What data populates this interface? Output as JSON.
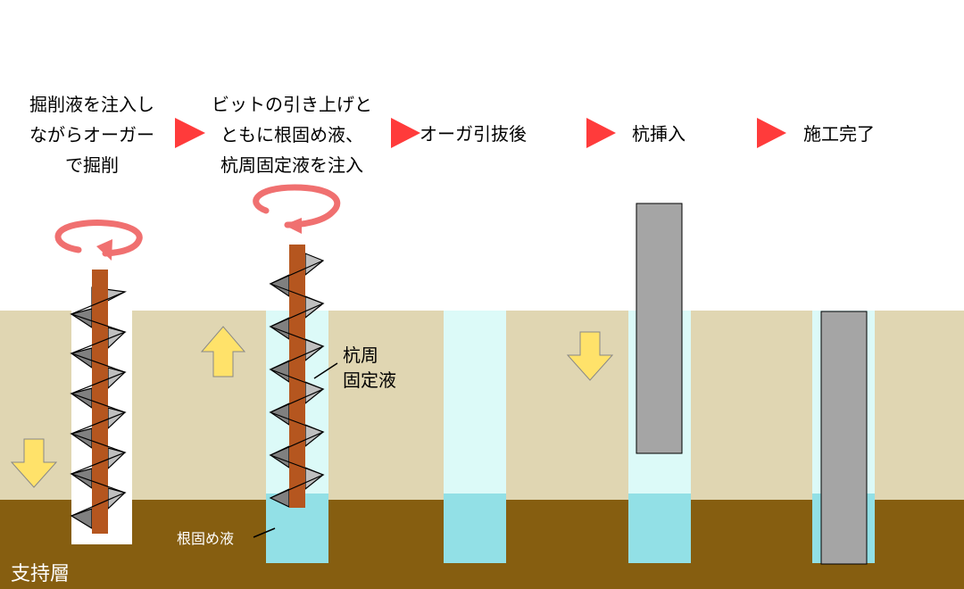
{
  "steps": [
    {
      "lines": [
        "掘削液を注入し",
        "ながらオーガー",
        "で掘削"
      ]
    },
    {
      "lines": [
        "ビットの引き上げと",
        "ともに根固め液、",
        "杭周固定液を注入"
      ]
    },
    {
      "lines": [
        "オーガ引抜後"
      ]
    },
    {
      "lines": [
        "杭挿入"
      ]
    },
    {
      "lines": [
        "施工完了"
      ]
    }
  ],
  "labels": {
    "pile_fixing_fluid": [
      "杭周",
      "固定液"
    ],
    "root_fixing_fluid": "根固め液",
    "bearing_layer": "支持層"
  },
  "colors": {
    "soil_upper": "#e0d6b2",
    "bearing_layer": "#865e10",
    "fixing_fluid": "#dcfaf8",
    "root_fluid": "#92e0e6",
    "auger_rod": "#b5561f",
    "pile": "#a5a5a5",
    "step_arrow": "#ff3b3b",
    "motion_arrow": "#ffe26a",
    "rotation_arrow": "#f07070"
  },
  "icons": {
    "step_arrow": "triangle-right",
    "motion_up": "arrow-up",
    "motion_down": "arrow-down",
    "rotation": "rotation-arrow"
  }
}
